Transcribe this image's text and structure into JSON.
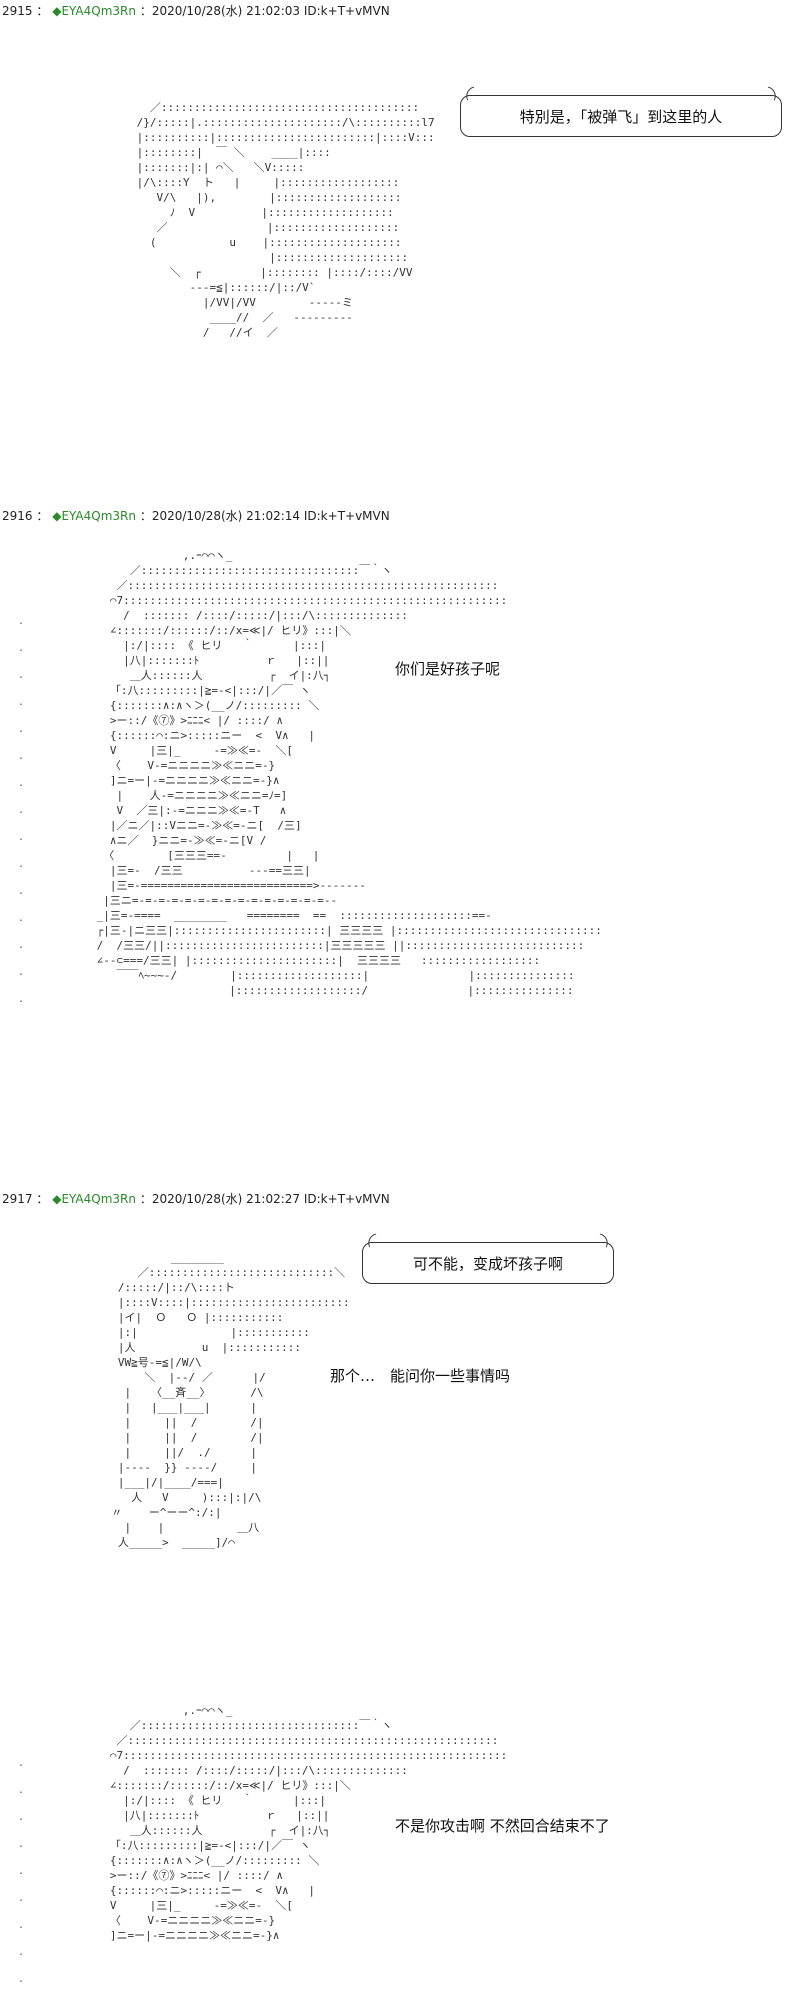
{
  "posts": [
    {
      "number": "2915",
      "separator": "：",
      "trip": "◆EYA4Qm3Rn",
      "meta": "：2020/10/28(水) 21:02:03 ID:k+T+vMVN",
      "bubble": "特別是，「被弹飞」到这里的人"
    },
    {
      "number": "2916",
      "separator": "：",
      "trip": "◆EYA4Qm3Rn",
      "meta": "：2020/10/28(水) 21:02:14 ID:k+T+vMVN",
      "text": "你们是好孩子呢"
    },
    {
      "number": "2917",
      "separator": "：",
      "trip": "◆EYA4Qm3Rn",
      "meta": "：2020/10/28(水) 21:02:27 ID:k+T+vMVN",
      "bubble": "可不能，变成坏孩子啊",
      "text": "那个…　能问你一些事情吗",
      "text2": "不是你攻击啊  不然回合结束不了"
    }
  ]
}
